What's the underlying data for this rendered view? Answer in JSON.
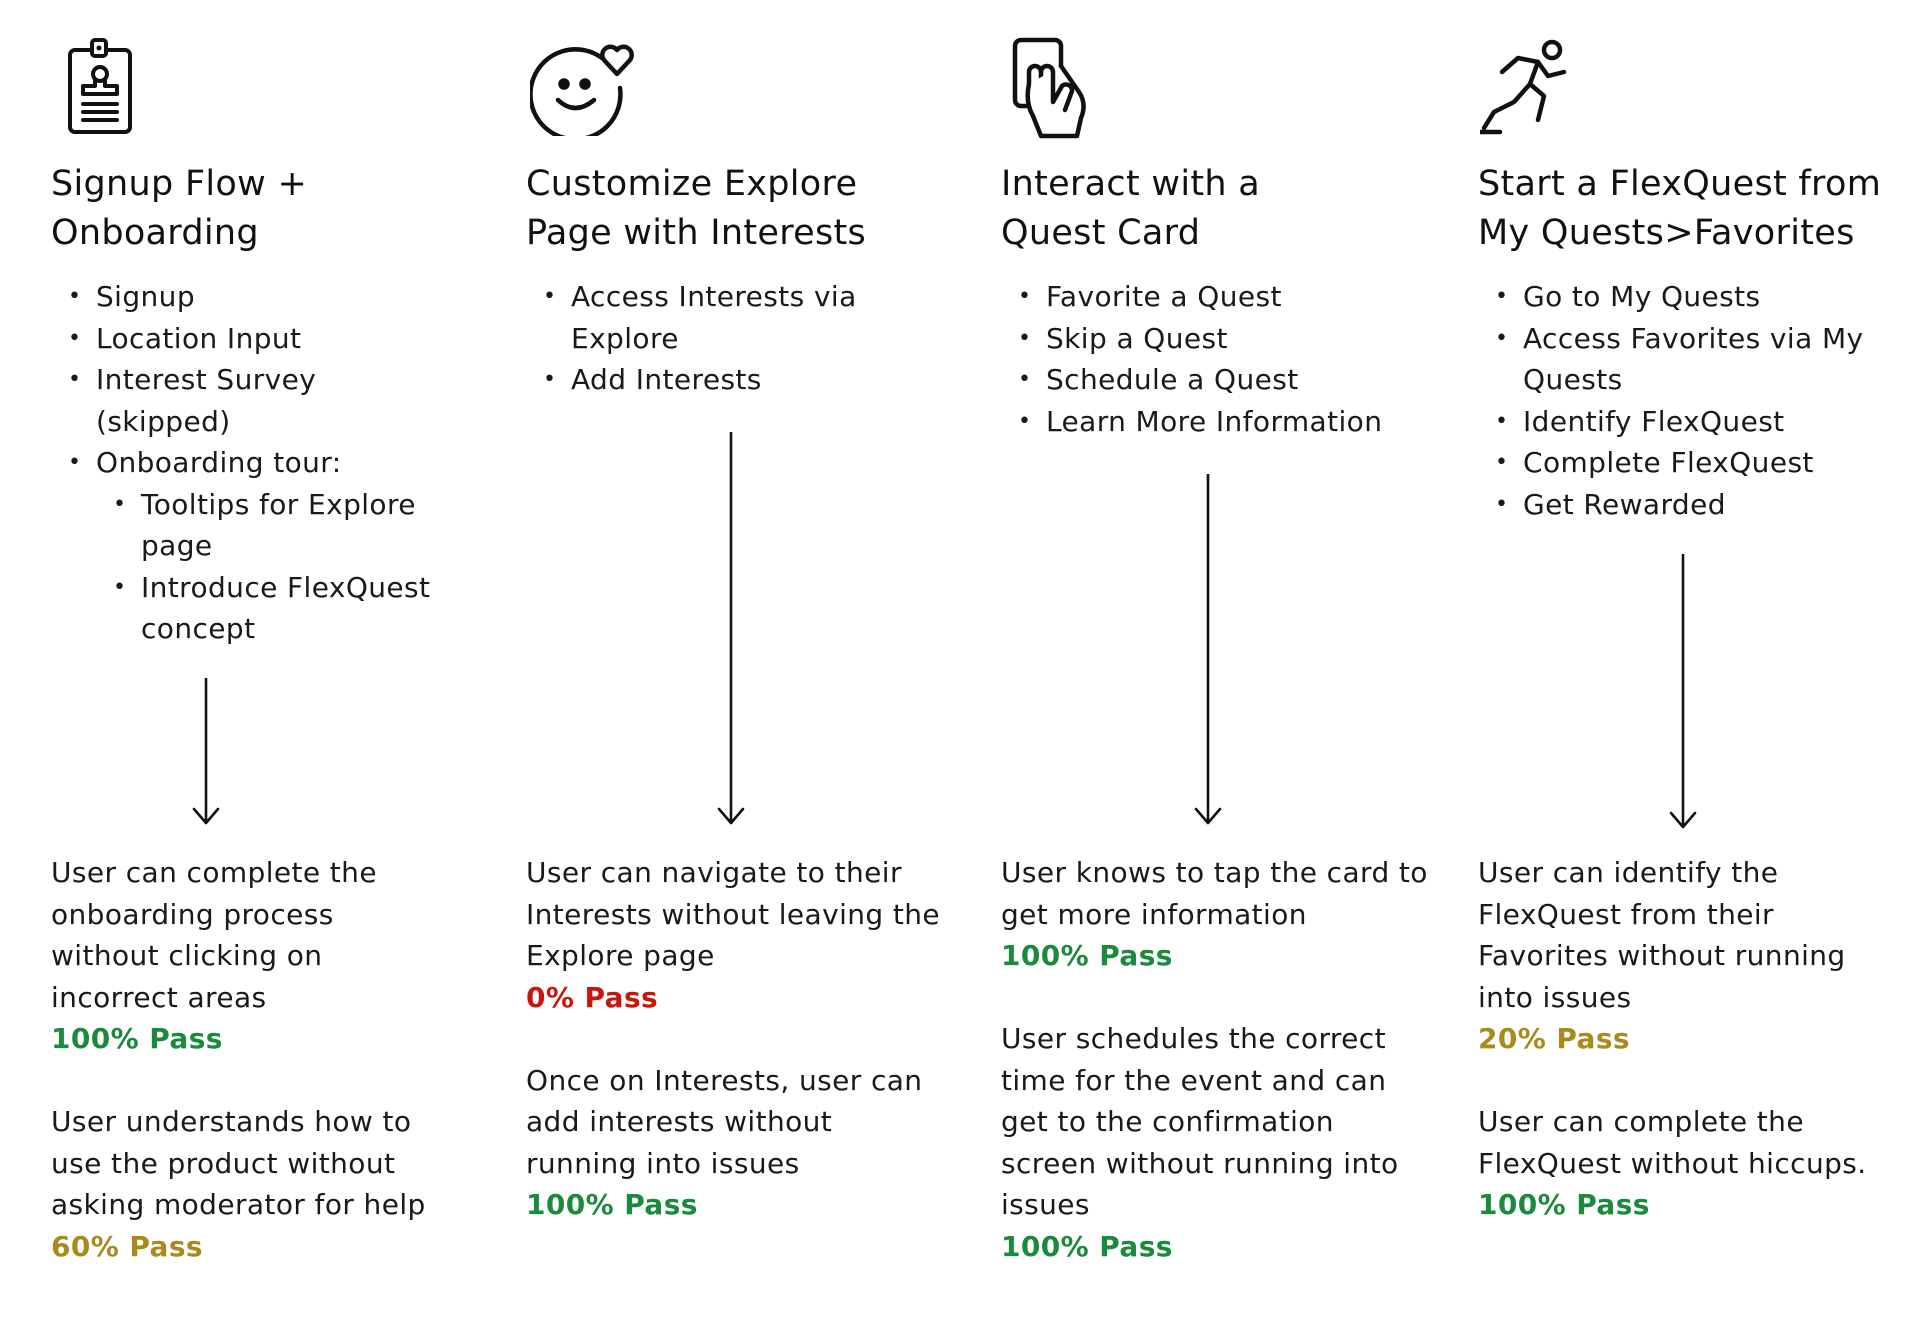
{
  "colors": {
    "pass_green": "#1b8a3d",
    "pass_red": "#c8160f",
    "pass_gold": "#a88a1d",
    "text": "#1a1a1a",
    "arrow": "#111111"
  },
  "columns": [
    {
      "icon": "id-badge-icon",
      "title_line1": "Signup Flow +",
      "title_line2": "Onboarding",
      "steps": [
        "Signup",
        "Location Input",
        "Interest Survey (skipped)",
        "Onboarding tour:"
      ],
      "substeps": [
        "Tooltips for Explore page",
        "Introduce FlexQuest concept"
      ],
      "outcomes": [
        {
          "text": "User can complete the onboarding process without clicking on incorrect areas",
          "pass": "100% Pass",
          "status": "green"
        },
        {
          "text": "User understands how to use the product without asking moderator for help",
          "pass": "60% Pass",
          "status": "gold"
        }
      ]
    },
    {
      "icon": "smiley-heart-icon",
      "title_line1": "Customize Explore",
      "title_line2": "Page with Interests",
      "steps": [
        "Access Interests via Explore",
        "Add Interests"
      ],
      "outcomes": [
        {
          "text": "User can navigate to their Interests without leaving the Explore page",
          "pass": "0% Pass",
          "status": "red"
        },
        {
          "text": "Once on Interests, user can add interests without running into issues",
          "pass": "100% Pass",
          "status": "green"
        }
      ]
    },
    {
      "icon": "hand-card-icon",
      "title_line1": "Interact with a",
      "title_line2": "Quest Card",
      "steps": [
        "Favorite a Quest",
        "Skip a Quest",
        "Schedule a Quest",
        "Learn More Information"
      ],
      "outcomes": [
        {
          "text": "User knows to tap the card to get more information",
          "pass": "100% Pass",
          "status": "green"
        },
        {
          "text": "User schedules the correct time for the event and can get to the confirmation screen without running into issues",
          "pass": "100% Pass",
          "status": "green"
        }
      ]
    },
    {
      "icon": "running-person-icon",
      "title_line1": "Start a FlexQuest from",
      "title_line2": "My Quests>Favorites",
      "steps": [
        "Go to My Quests",
        "Access Favorites via My Quests",
        "Identify FlexQuest",
        "Complete FlexQuest",
        "Get Rewarded"
      ],
      "outcomes": [
        {
          "text": "User can identify the FlexQuest from their Favorites without running into issues",
          "pass": "20% Pass",
          "status": "gold"
        },
        {
          "text": "User can complete the FlexQuest without hiccups.",
          "pass": "100% Pass",
          "status": "green"
        }
      ]
    }
  ]
}
